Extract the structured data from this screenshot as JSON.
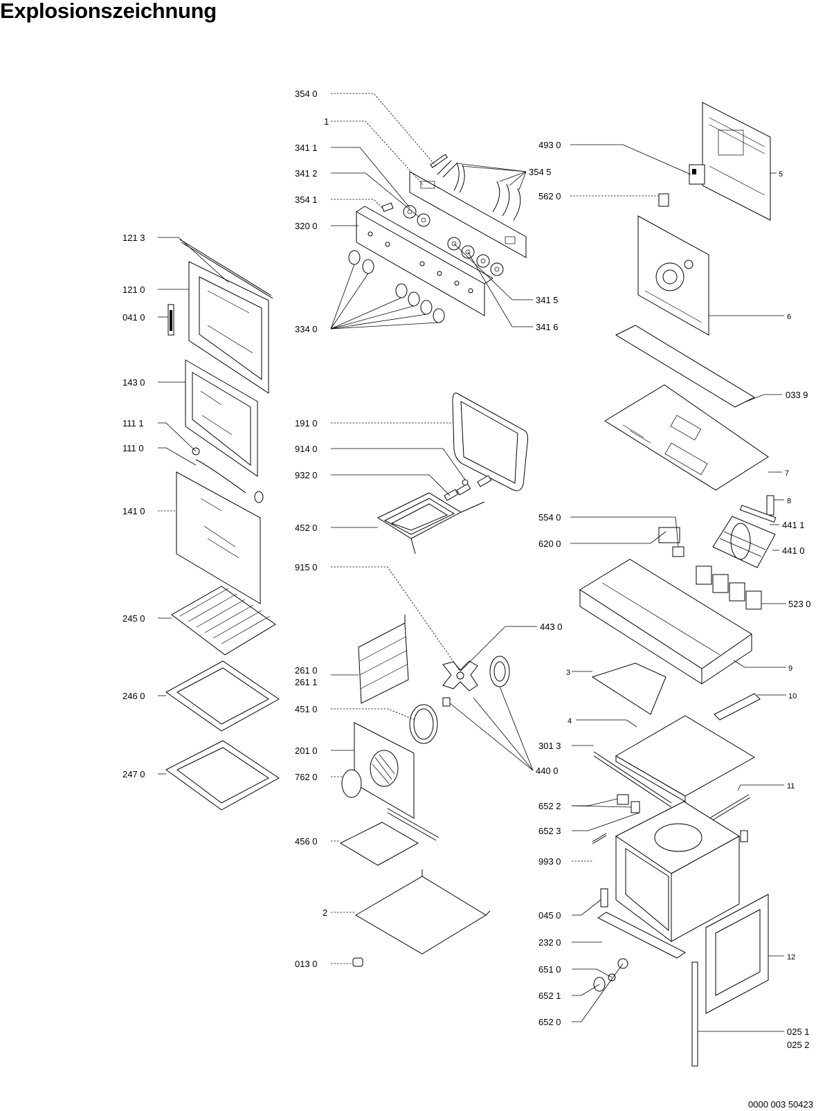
{
  "title": "Explosionszeichnung",
  "document_number": "0000 003 50423",
  "labels": {
    "l3540": "354 0",
    "l1": "1",
    "l3411": "341 1",
    "l3412": "341 2",
    "l3541": "354 1",
    "l3200": "320 0",
    "l1213": "121 3",
    "l1210": "121 0",
    "l0410": "041 0",
    "l3340": "334 0",
    "l1430": "143 0",
    "l1111": "111 1",
    "l1110": "111 0",
    "l1410": "141 0",
    "l2450": "245 0",
    "l2460": "246 0",
    "l2470": "247 0",
    "l1910": "191 0",
    "l9140": "914 0",
    "l9320": "932 0",
    "l4520": "452 0",
    "l9150": "915 0",
    "l2610": "261 0",
    "l2611": "261 1",
    "l4510": "451 0",
    "l2010": "201 0",
    "l7620": "762 0",
    "l4560": "456 0",
    "l2": "2",
    "l0130": "013 0",
    "l4930": "493 0",
    "l3545": "354 5",
    "l5620": "562 0",
    "l5": "5",
    "l3415": "341 5",
    "l3416": "341 6",
    "l6": "6",
    "l0339": "033 9",
    "l7": "7",
    "l8": "8",
    "l5540": "554 0",
    "l4411": "441 1",
    "l6200": "620 0",
    "l4410": "441 0",
    "l5230": "523 0",
    "l4430": "443 0",
    "l9": "9",
    "l3": "3",
    "l10": "10",
    "l4": "4",
    "l3013": "301 3",
    "l4400": "440 0",
    "l11": "11",
    "l6522": "652 2",
    "l6523": "652 3",
    "l9930": "993 0",
    "l0450": "045 0",
    "l2320": "232 0",
    "l12": "12",
    "l6510": "651 0",
    "l6521": "652 1",
    "l6520": "652 0",
    "l0251": "025 1",
    "l0252": "025 2"
  }
}
